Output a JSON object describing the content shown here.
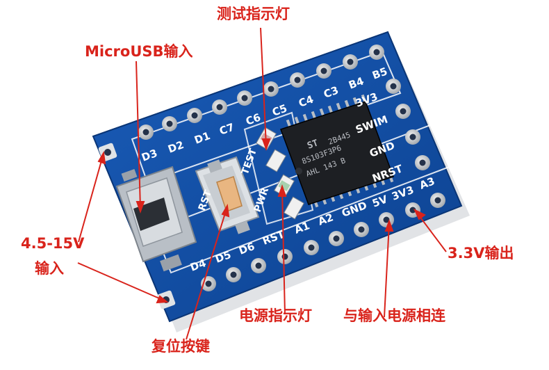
{
  "callouts": {
    "test_led": "测试指示灯",
    "microusb_input": "MicroUSB输入",
    "vin_range": "4.5-15V",
    "vin_input": "输入",
    "output_33v": "3.3V输出",
    "power_led": "电源指示灯",
    "connected_to_input": "与输入电源相连",
    "reset_button": "复位按键"
  },
  "silkscreen": {
    "top_row": [
      "D3",
      "D2",
      "D1",
      "C7",
      "C6",
      "C5",
      "C4",
      "C3",
      "B4",
      "B5"
    ],
    "right_col": [
      "3V3",
      "SWIM",
      "GND",
      "NRST"
    ],
    "bottom_row": [
      "D4",
      "D5",
      "D6",
      "RST",
      "A1",
      "A2",
      "GND",
      "5V",
      "3V3",
      "A3"
    ],
    "test": "TEST",
    "pwr": "PWR",
    "rst": "RST"
  },
  "chip_marking": {
    "line1": "ST",
    "line2": "2B445",
    "line3": "8S103F3P6",
    "line4": "AHL 143 B"
  },
  "colors": {
    "pcb_blue": "#0f4fa8",
    "callout_red": "#d9231b",
    "silkscreen": "#ffffff"
  }
}
